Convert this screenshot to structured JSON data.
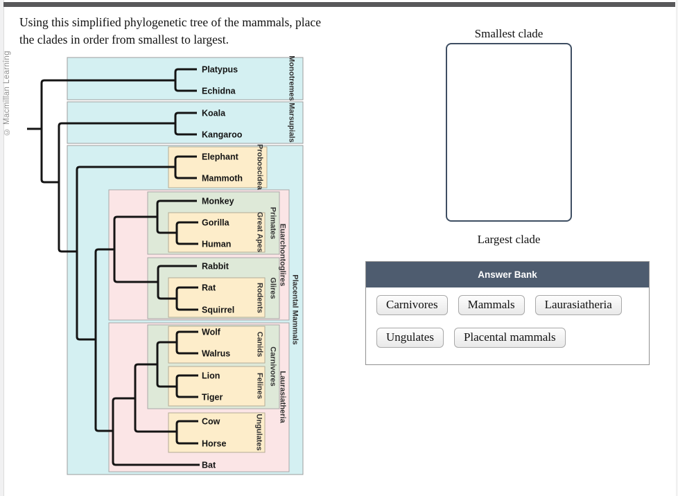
{
  "page": {
    "credit": "© Macmillan Learning"
  },
  "question": {
    "line1": "Using this simplified phylogenetic tree of the mammals, place",
    "line2": "the clades in order from smallest to largest."
  },
  "prompt": {
    "smallest": "Smallest clade",
    "largest": "Largest clade"
  },
  "answer_bank": {
    "title": "Answer Bank",
    "items": [
      "Carnivores",
      "Mammals",
      "Laurasiatheria",
      "Ungulates",
      "Placental mammals"
    ]
  },
  "tree": {
    "taxa": [
      "Platypus",
      "Echidna",
      "Koala",
      "Kangaroo",
      "Elephant",
      "Mammoth",
      "Monkey",
      "Gorilla",
      "Human",
      "Rabbit",
      "Rat",
      "Squirrel",
      "Wolf",
      "Walrus",
      "Lion",
      "Tiger",
      "Cow",
      "Horse",
      "Bat"
    ],
    "clades": {
      "monotremes": "Monotremes",
      "marsupials": "Marsupials",
      "placental": "Placental Mammals",
      "proboscidea": "Proboscidea",
      "euarchontoglires": "Euarchontoglires",
      "primates": "Primates",
      "great_apes": "Great Apes",
      "glires": "Glires",
      "rodents": "Rodents",
      "laurasiatheria": "Laurasiatheria",
      "carnivores": "Carnivores",
      "canids": "Canids",
      "felines": "Felines",
      "ungulates": "Ungulates"
    },
    "colors": {
      "cyan_box": "#d4f0f2",
      "pink_box": "#fbe5e6",
      "green_box": "#dee9d8",
      "tan_box": "#fdedca",
      "branch_line": "#141414"
    }
  },
  "chrome": {
    "header_bar_color": "#58585a",
    "answer_bank_header_color": "#4e5c6f"
  }
}
